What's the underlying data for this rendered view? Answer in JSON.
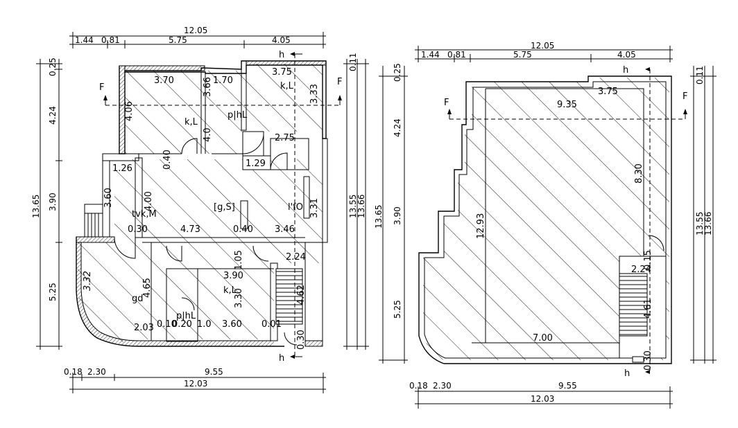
{
  "plan1": {
    "dims": {
      "top_total": "12.05",
      "top_a": "1.44",
      "top_b": "0.81",
      "top_c": "5.75",
      "top_d": "4.05",
      "left_total": "13.65",
      "left_a": "0.25",
      "left_b": "4.24",
      "left_c": "3.90",
      "left_d": "5.25",
      "right_a": "0.11",
      "right_b": "13.55",
      "right_c": "13.66",
      "bottom_a": "0.18",
      "bottom_b": "2.30",
      "bottom_c": "9.55",
      "bottom_total": "12.03"
    },
    "labels": {
      "room1_w": "3.70",
      "room1_h": "4.06",
      "room1_name": "k,L",
      "d170": "1.70",
      "d366": "3.66",
      "room2_w": "3.75",
      "room2_name": "k,L",
      "room2_h": "3.33",
      "bath_name": "p|hL",
      "d240": "4.0",
      "d275": "2.75",
      "d129": "1.29",
      "d126": "1.26",
      "d360v": "3.60",
      "d040a": "0.40",
      "d400": "4.00",
      "hall_name": "[g,S]",
      "office_name": "l'fO",
      "d331": "3.31",
      "entry_name": "tvk,M",
      "d030": "0.30",
      "d473": "4.73",
      "d040b": "0.40",
      "d346": "3.46",
      "d332": "3.32",
      "d465": "4.65",
      "room3_name": "gd",
      "d224": "2.24",
      "d390": "3.90",
      "room4_name": "k,L",
      "d330": "3.30",
      "d462": "4.62",
      "bath2_name": "p|hL",
      "d203": "2.03",
      "d010a": "0.10",
      "d020": "0.20",
      "d010b": "1.0",
      "d360h": "3.60",
      "d001": "0.01",
      "d030b": "0.30",
      "d105": "1.05",
      "sec_f1": "F",
      "sec_f2": "F",
      "sec_h1": "h",
      "sec_h2": "h"
    }
  },
  "plan2": {
    "dims": {
      "top_total": "12.05",
      "top_a": "1.44",
      "top_b": "0.81",
      "top_c": "5.75",
      "top_d": "4.05",
      "left_a": "0.25",
      "left_b": "4.24",
      "left_total": "13.65",
      "left_c": "3.90",
      "left_d": "5.25",
      "right_a": "0.11",
      "right_b": "13.55",
      "right_c": "13.66",
      "bottom_a": "0.18",
      "bottom_b": "2.30",
      "bottom_c": "9.55",
      "bottom_total": "12.03"
    },
    "labels": {
      "d375": "3.75",
      "d935": "9.35",
      "d830": "8.30",
      "d1293": "12.93",
      "d224": "2.24",
      "d461": "4.61",
      "d700": "7.00",
      "d030": "0.30",
      "d015": "0.15",
      "sec_f1": "F",
      "sec_f2": "F",
      "sec_h1": "h",
      "sec_h2": "h"
    }
  }
}
